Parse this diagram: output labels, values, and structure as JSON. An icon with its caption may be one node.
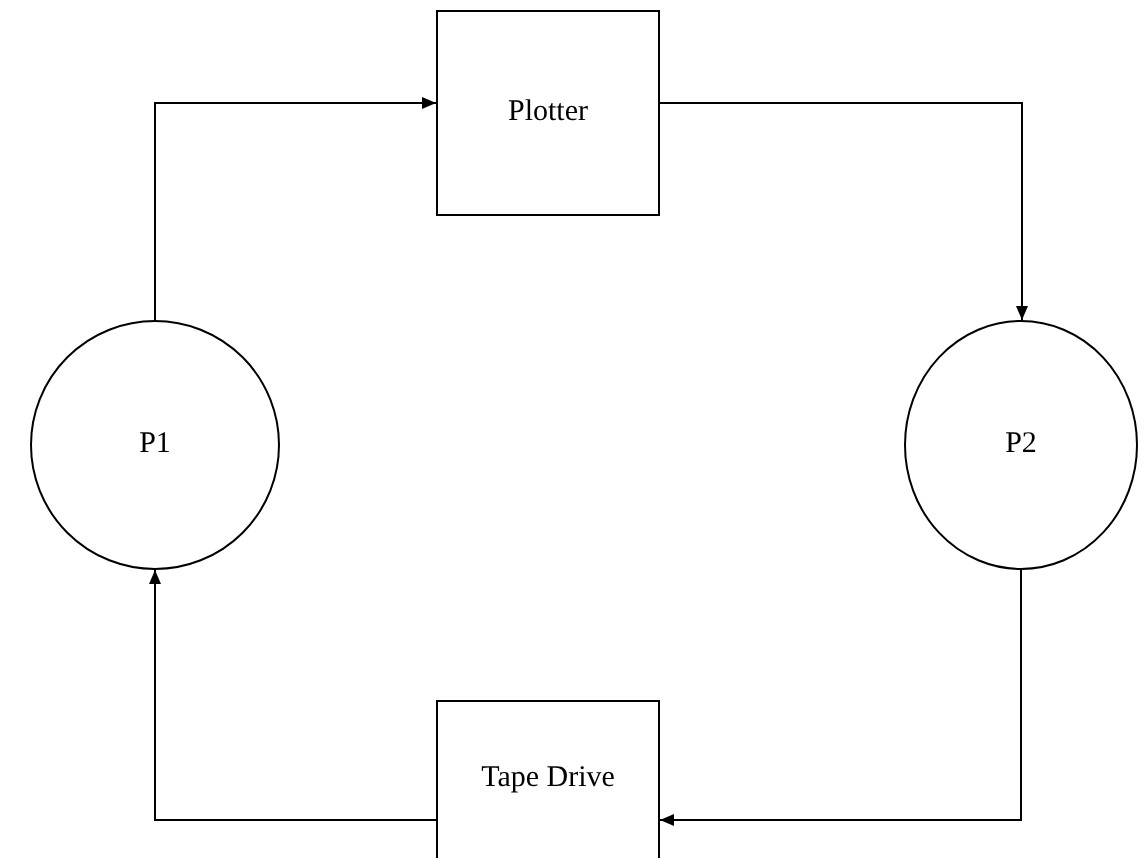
{
  "diagram": {
    "nodes": [
      {
        "text": [
          "Plotter"
        ]
      },
      {
        "text": [
          "P1"
        ]
      },
      {
        "text": [
          "P2"
        ]
      },
      {
        "text": [
          "Tape Drive"
        ]
      }
    ],
    "edges": [
      {
        "from": 1,
        "to": 0,
        "arrow": "to"
      },
      {
        "from": 0,
        "to": 2,
        "arrow": "to"
      },
      {
        "from": 2,
        "to": 3,
        "arrow": "to"
      },
      {
        "from": 3,
        "to": 1,
        "arrow": "to"
      }
    ]
  }
}
